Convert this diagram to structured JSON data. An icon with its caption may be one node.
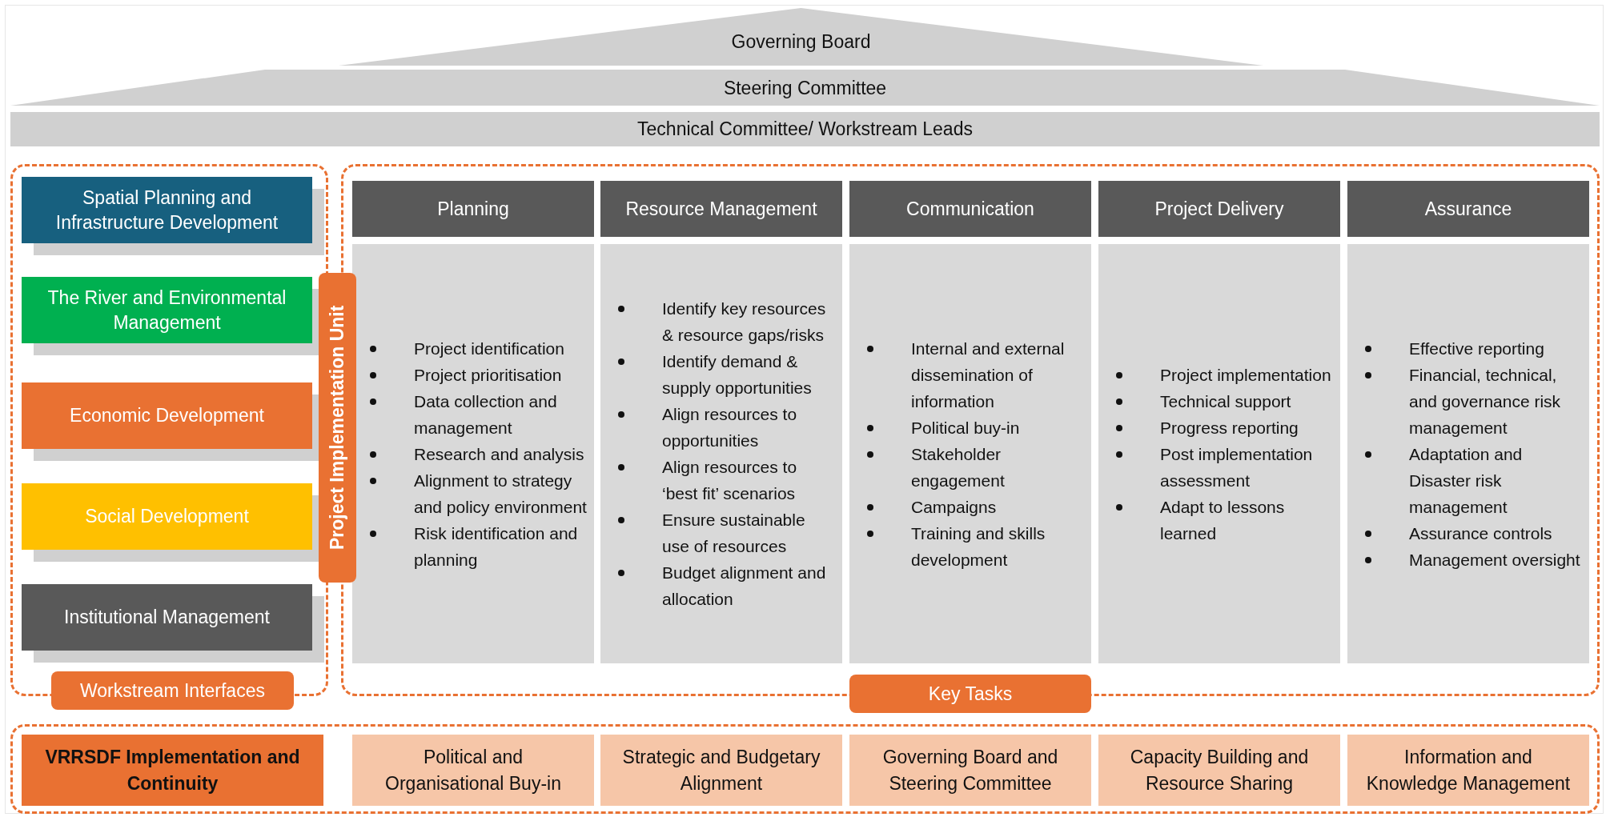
{
  "diagram": {
    "nodes": [
      {
        "text": [
          "Governing Board"
        ]
      },
      {
        "text": [
          "Steering Committee"
        ]
      },
      {
        "text": [
          "Technical Committee/ Workstream Leads"
        ]
      },
      {
        "text": [
          "Workstream Interfaces"
        ]
      },
      {
        "text": [
          "Spatial Planning and Infrastructure Development"
        ],
        "in": 3
      },
      {
        "text": [
          "The River and Environmental Management"
        ],
        "in": 3
      },
      {
        "text": [
          "Economic Development"
        ],
        "in": 3
      },
      {
        "text": [
          "Social  Development"
        ],
        "in": 3
      },
      {
        "text": [
          "Institutional Management"
        ],
        "in": 3
      },
      {
        "text": [
          "Project Implementation Unit"
        ]
      },
      {
        "text": [
          "Key Tasks"
        ]
      },
      {
        "text": [
          "Planning"
        ],
        "in": 10
      },
      {
        "text": [
          "Project identification",
          "Project prioritisation",
          "Data collection and management",
          "Research and analysis",
          "Alignment to strategy and policy environment",
          "Risk identification and planning"
        ],
        "in": 10
      },
      {
        "text": [
          "Resource Management"
        ],
        "in": 10
      },
      {
        "text": [
          "Identify key resources & resource gaps/risks",
          "Identify demand & supply opportunities",
          "Align resources to opportunities",
          "Align resources to ‘best fit’ scenarios",
          "Ensure sustainable use of resources",
          "Budget alignment and allocation"
        ],
        "in": 10
      },
      {
        "text": [
          "Communication"
        ],
        "in": 10
      },
      {
        "text": [
          "Internal and external dissemination of information",
          "Political buy-in",
          "Stakeholder engagement",
          "Campaigns",
          "Training and skills development"
        ],
        "in": 10
      },
      {
        "text": [
          "Project Delivery"
        ],
        "in": 10
      },
      {
        "text": [
          "Project implementation",
          "Technical support",
          "Progress reporting",
          "Post implementation assessment",
          "Adapt to lessons learned"
        ],
        "in": 10
      },
      {
        "text": [
          "Assurance"
        ],
        "in": 10
      },
      {
        "text": [
          "Effective reporting",
          "Financial, technical,  and governance risk management",
          "Adaptation and Disaster risk management",
          "Assurance controls",
          "Management oversight"
        ],
        "in": 10
      },
      {
        "text": [],
        "shape": "box"
      },
      {
        "text": [
          "VRRSDF Implementation and Continuity"
        ],
        "in": 21
      },
      {
        "text": [
          "Political and Organisational Buy-in"
        ],
        "in": 21
      },
      {
        "text": [
          "Strategic and Budgetary Alignment"
        ],
        "in": 21
      },
      {
        "text": [
          "Governing Board and Steering Committee"
        ],
        "in": 21
      },
      {
        "text": [
          "Capacity Building and Resource Sharing"
        ],
        "in": 21
      },
      {
        "text": [
          "Information and Knowledge Management"
        ],
        "in": 21
      }
    ]
  }
}
